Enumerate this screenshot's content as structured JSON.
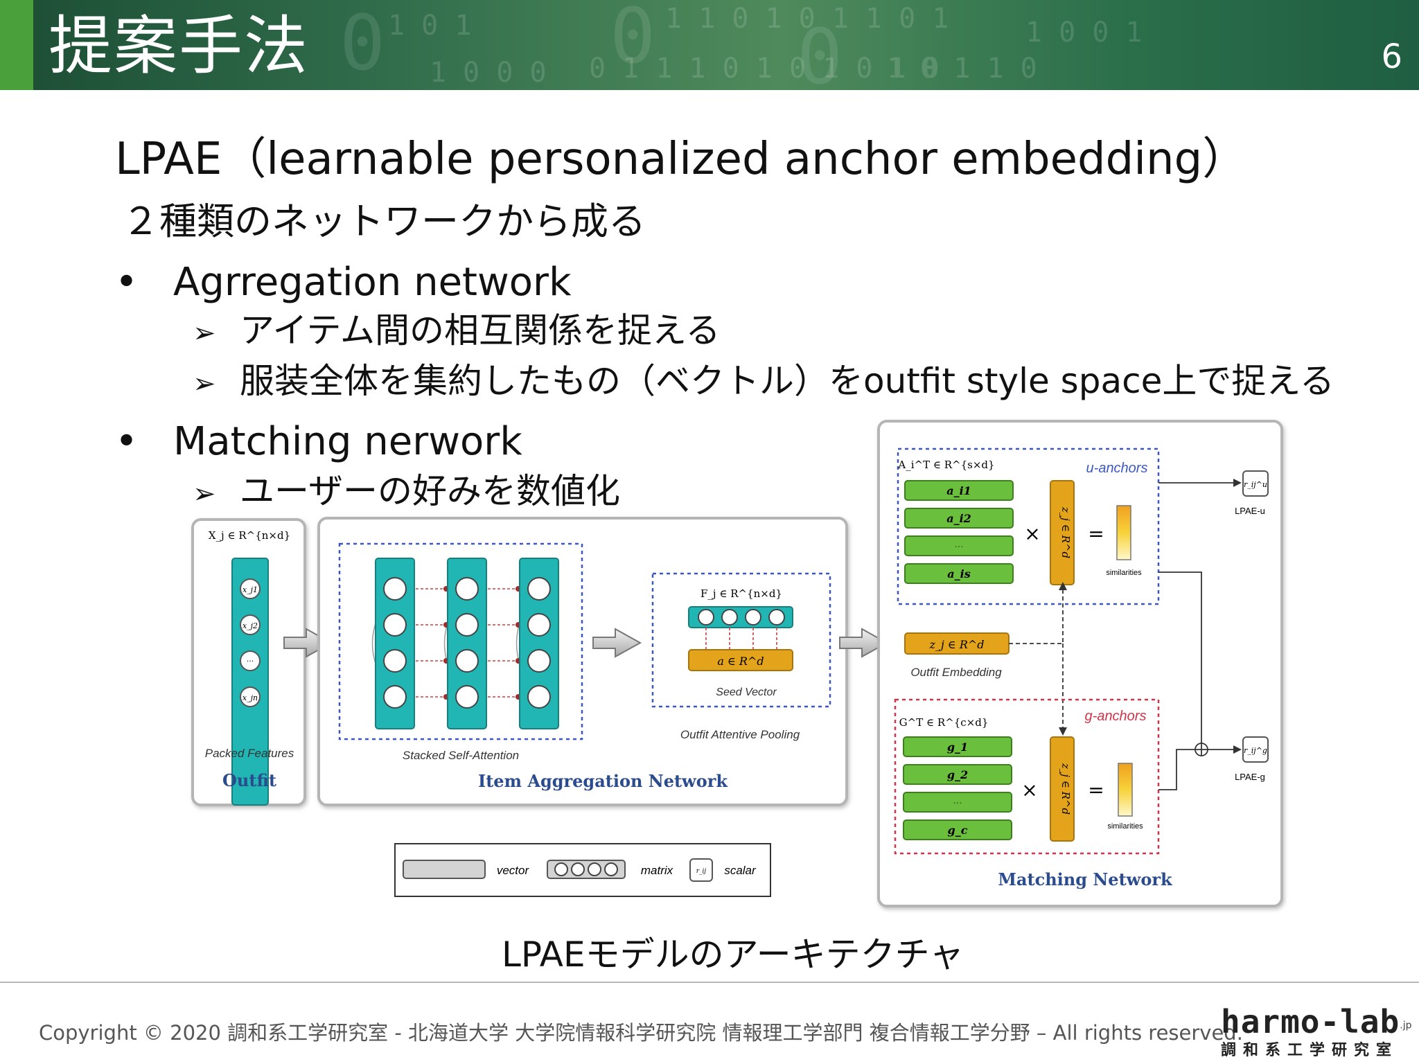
{
  "header": {
    "title": "提案手法",
    "page_number": "6"
  },
  "heading": "LPAE（learnable personalized anchor embedding）",
  "subheading": "２種類のネットワークから成る",
  "bullets": [
    {
      "marker": "•",
      "text": "Agrregation network",
      "subs": [
        {
          "marker": "➢",
          "text": "アイテム間の相互関係を捉える"
        },
        {
          "marker": "➢",
          "text": "服装全体を集約したもの（ベクトル）をoutfit style space上で捉える"
        }
      ]
    },
    {
      "marker": "•",
      "text": "Matching nerwork",
      "subs": [
        {
          "marker": "➢",
          "text": "ユーザーの好みを数値化"
        }
      ]
    }
  ],
  "diagram": {
    "outfit": {
      "matrix": "X_j ∈ R^{n×d}",
      "items": [
        "x_j1",
        "x_j2",
        "···",
        "x_jn"
      ],
      "packed": "Packed Features",
      "title": "Outfit"
    },
    "aggregation": {
      "stacked": "Stacked Self-Attention",
      "pool_matrix": "F_j ∈ R^{n×d}",
      "seed": "a ∈ R^d",
      "seed_label": "Seed Vector",
      "pool_label": "Outfit Attentive Pooling",
      "title": "Item Aggregation Network"
    },
    "matching": {
      "u_matrix": "A_i^T ∈ R^{s×d}",
      "u_anchors": "u-anchors",
      "u_items": [
        "a_i1",
        "a_i2",
        "···",
        "a_is"
      ],
      "z_vertical": "z_j ∈ R^d",
      "times": "×",
      "equals": "=",
      "similarities": "similarities",
      "lpae_u": "LPAE-u",
      "r_u": "r_ij^u",
      "embedding": "z_j ∈ R^d",
      "embedding_label": "Outfit Embedding",
      "g_matrix": "G^T ∈ R^{c×d}",
      "g_anchors": "g-anchors",
      "g_items": [
        "g_1",
        "g_2",
        "···",
        "g_c"
      ],
      "lpae_g": "LPAE-g",
      "r_g": "r_ij^g",
      "title": "Matching Network"
    },
    "legend": {
      "vector": "vector",
      "matrix": "matrix",
      "scalar": "scalar",
      "scalar_symbol": "r_ij"
    },
    "colors": {
      "teal": "#21b5b3",
      "green": "#6abf3d",
      "orange": "#e3a31b",
      "blue_dash": "#3a57c4",
      "red_dash": "#d0334a"
    }
  },
  "caption": "LPAEモデルのアーキテクチャ",
  "footer": {
    "copyright": "Copyright © 2020 調和系工学研究室 - 北海道大学 大学院情報科学研究院 情報理工学部門 複合情報工学分野 – All rights reserved.",
    "logo": "harmo-lab",
    "logo_suffix": ".jp",
    "logo_sub": "調和系工学研究室"
  }
}
